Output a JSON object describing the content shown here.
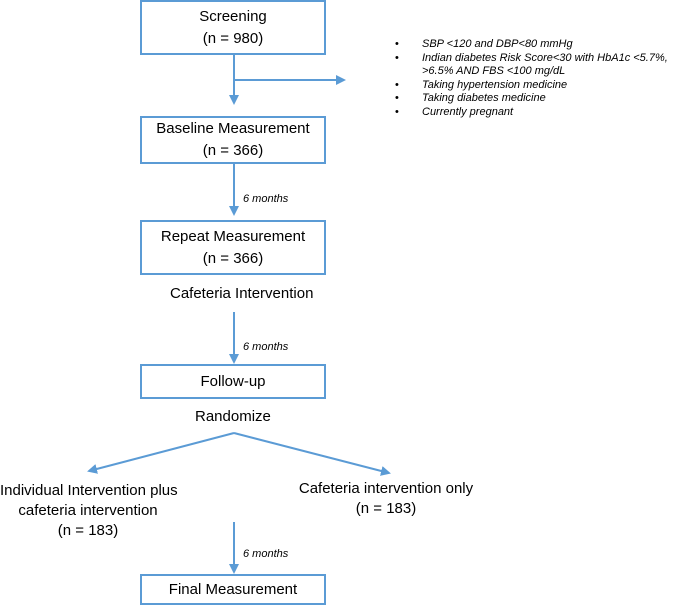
{
  "boxes": {
    "screening": {
      "title": "Screening",
      "count": "(n = 980)"
    },
    "baseline": {
      "title": "Baseline Measurement",
      "count": "(n = 366)"
    },
    "repeat": {
      "title": "Repeat Measurement",
      "count": "(n = 366)"
    },
    "followup": {
      "title": "Follow-up"
    },
    "final": {
      "title": "Final Measurement"
    }
  },
  "exclusions": [
    "SBP <120 and DBP<80  mmHg",
    "Indian diabetes Risk Score<30  with HbA1c <5.7%, >6.5% AND FBS <100 mg/dL",
    "Taking hypertension medicine",
    "Taking diabetes medicine",
    "Currently pregnant"
  ],
  "intervals": [
    "6 months",
    "6 months",
    "6 months"
  ],
  "labels": {
    "cafeteria_intervention": "Cafeteria Intervention",
    "randomize": "Randomize"
  },
  "arms": {
    "left": {
      "line1": "Individual Intervention plus",
      "line2": "cafeteria intervention",
      "count": "(n = 183)"
    },
    "right": {
      "line1": "Cafeteria intervention only",
      "count": "(n = 183)"
    }
  },
  "colors": {
    "box_border": "#5b9bd5",
    "arrow": "#5b9bd5"
  }
}
